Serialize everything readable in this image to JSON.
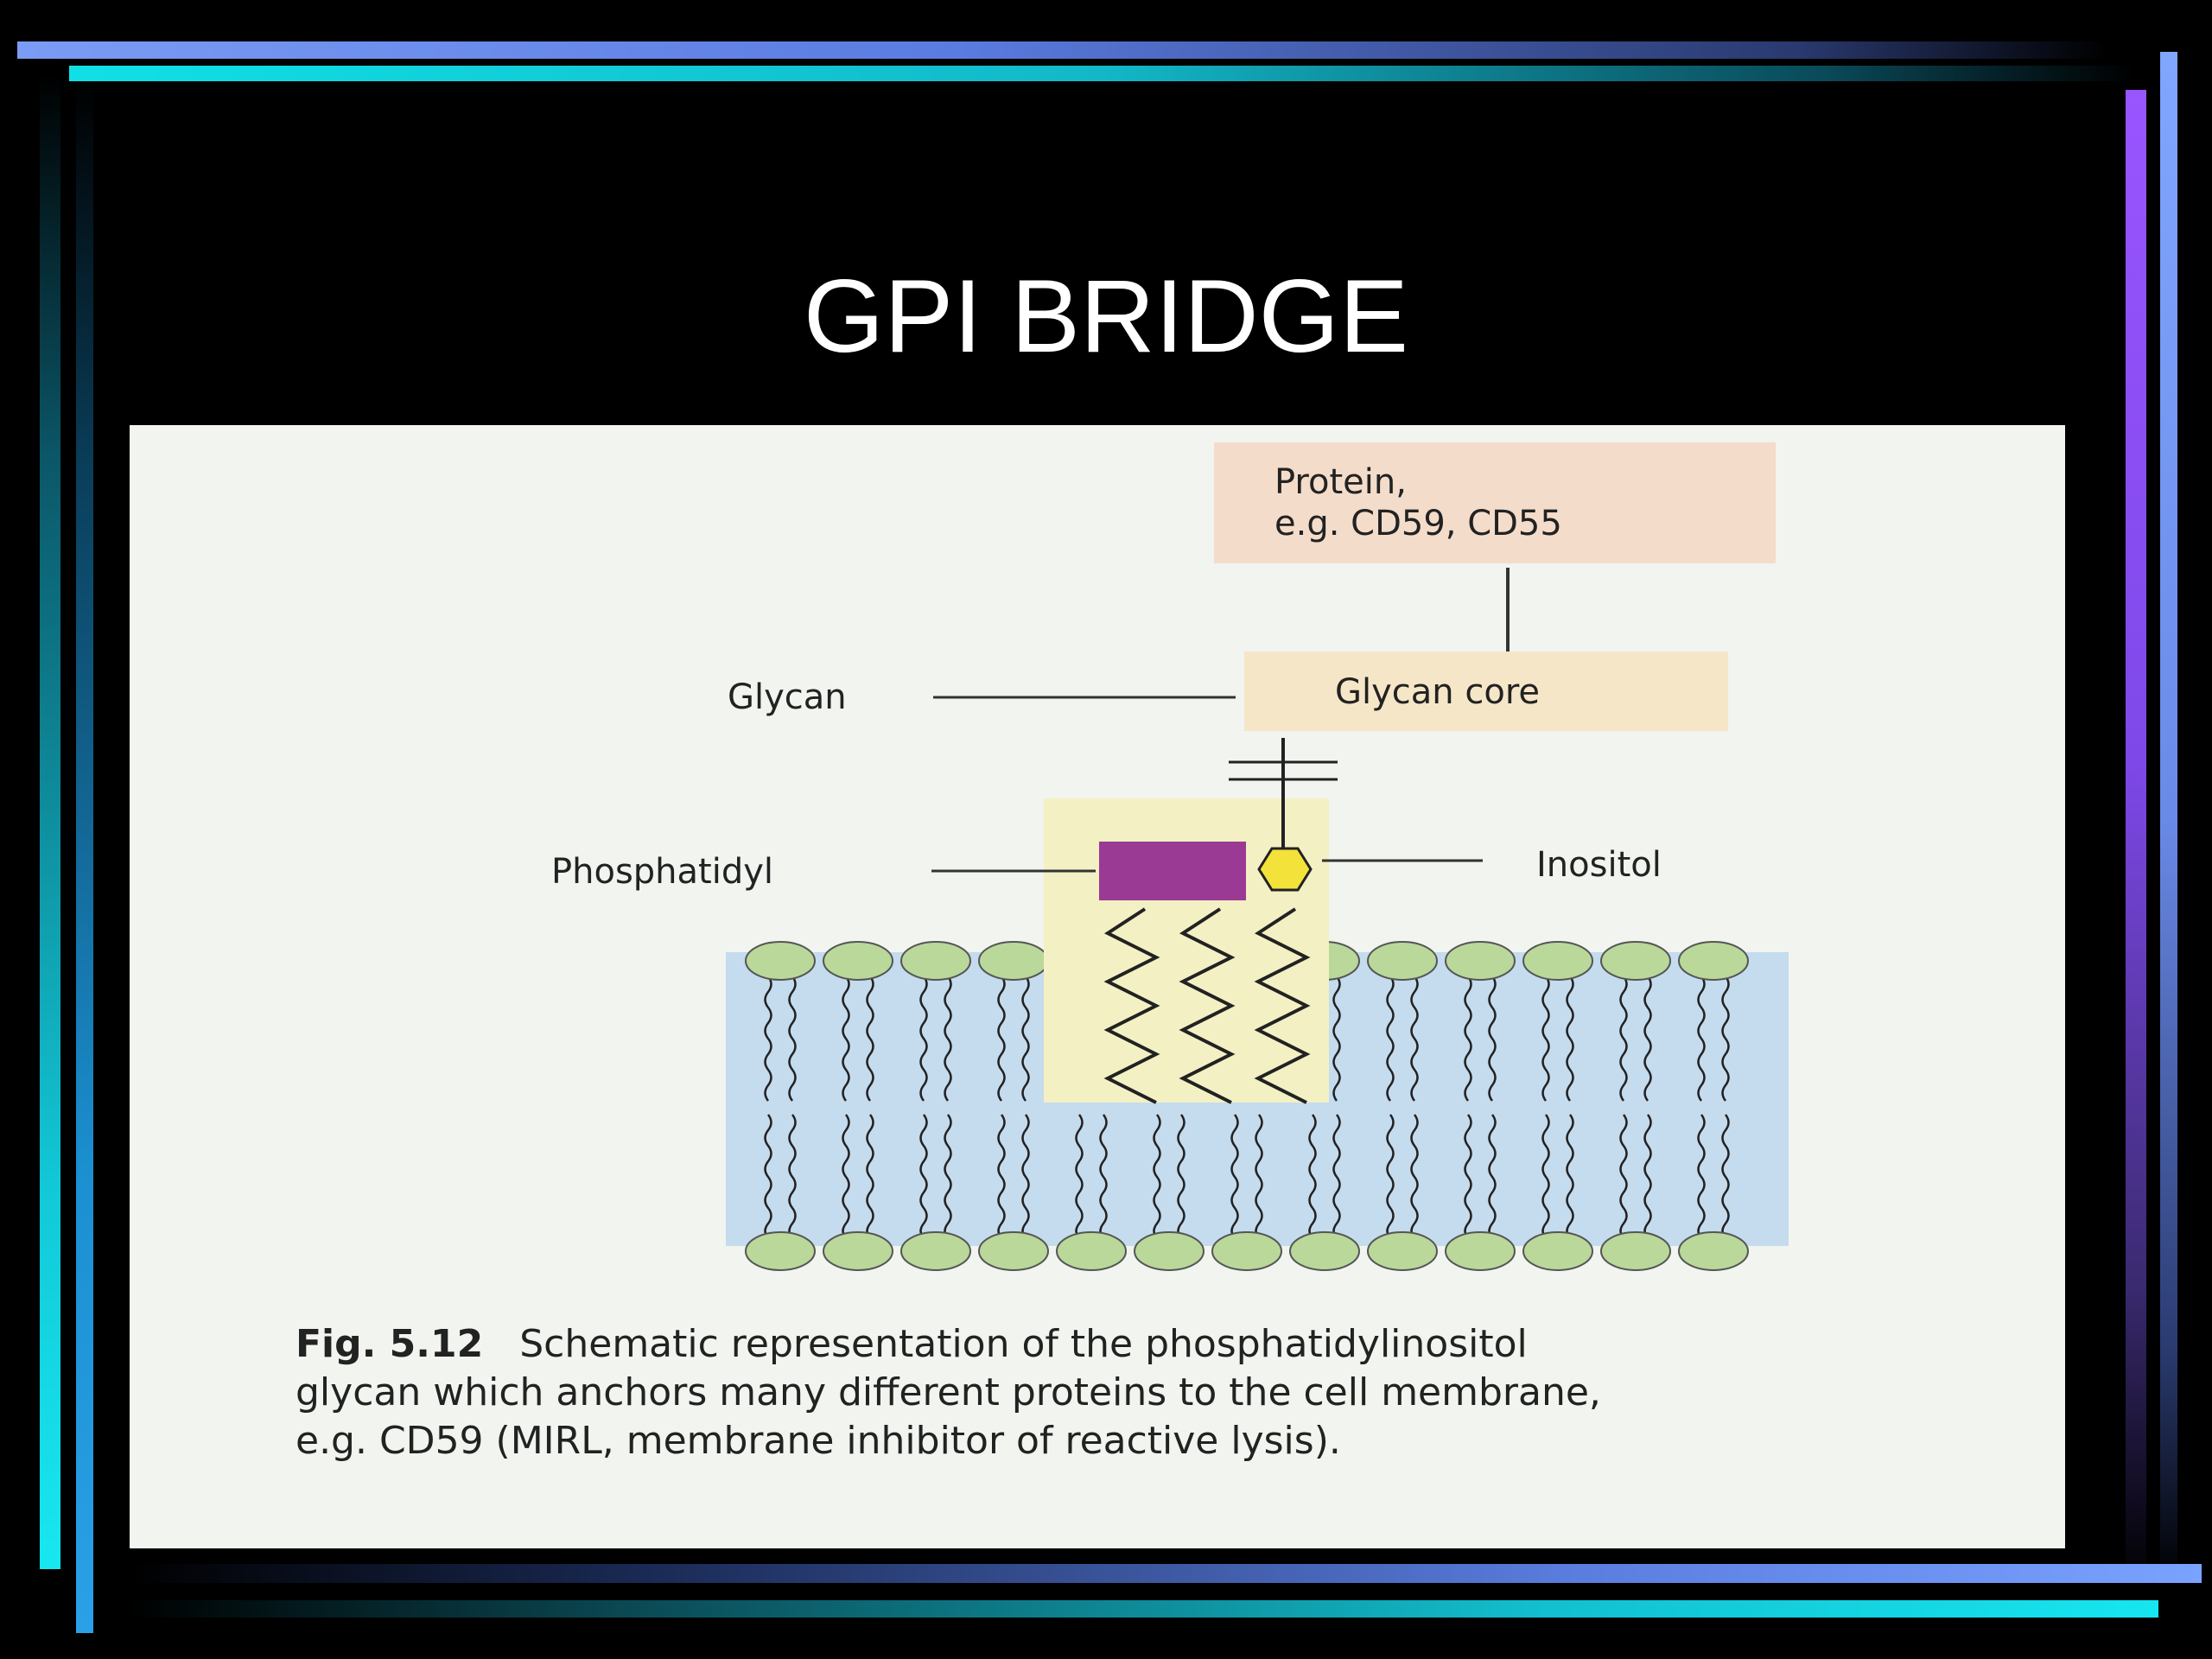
{
  "slide": {
    "title": "GPI BRIDGE"
  },
  "figure": {
    "labels": {
      "protein_line1": "Protein,",
      "protein_line2": "e.g. CD59, CD55",
      "glycan_core": "Glycan core",
      "glycan": "Glycan",
      "phosphatidyl": "Phosphatidyl",
      "inositol": "Inositol"
    },
    "caption": {
      "fig_number": "Fig. 5.12",
      "line1": "Schematic representation of the phosphatidylinositol",
      "line2": "glycan which anchors many different proteins to the cell membrane,",
      "line3": "e.g. CD59 (MIRL, membrane inhibitor of reactive lysis)."
    },
    "colors": {
      "protein_box": "#f4dccb",
      "glycan_core_box": "#f6e6c8",
      "anchor_box": "#f3f0c4",
      "membrane": "#c5dbee",
      "lipid_head": "#b9d89a",
      "phosphatidyl": "#9b3a94",
      "inositol": "#f2e23a"
    }
  }
}
